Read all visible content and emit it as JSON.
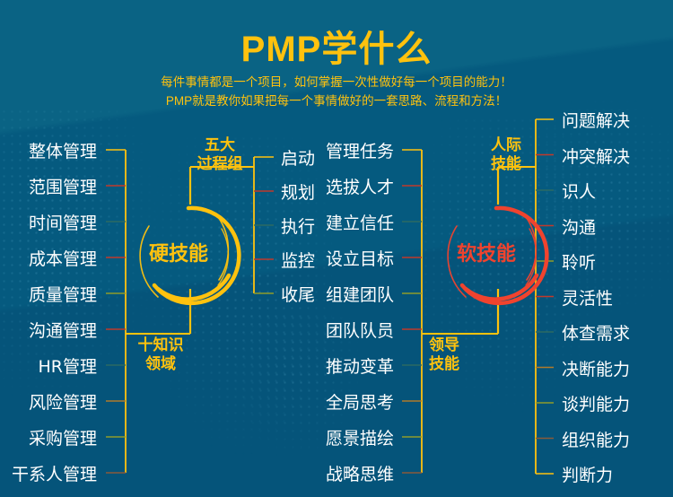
{
  "header": {
    "title": "PMP学什么",
    "subtitle_line1": "每件事情都是一个项目，如何掌握一次性做好每一个项目的能力！",
    "subtitle_line2": "PMP就是教你如果把每一个事情做好的一套思路、流程和方法！"
  },
  "colors": {
    "background_top": "#0a6384",
    "background_bottom": "#05547a",
    "gold": "#ffc20e",
    "red": "#f0432e",
    "white": "#ffffff",
    "wire_green": "#2c6a63",
    "wire_olive": "#8f9b2a"
  },
  "hubs": {
    "hard": {
      "label": "硬技能",
      "ring_color": "#ffc20e"
    },
    "soft": {
      "label": "软技能",
      "ring_color": "#f0432e"
    }
  },
  "groups": {
    "knowledge_areas": {
      "label_line1": "十知识",
      "label_line2": "领域",
      "items": [
        "整体管理",
        "范围管理",
        "时间管理",
        "成本管理",
        "质量管理",
        "沟通管理",
        "HR管理",
        "风险管理",
        "采购管理",
        "干系人管理"
      ]
    },
    "process_groups": {
      "label_line1": "五大",
      "label_line2": "过程组",
      "items": [
        "启动",
        "规划",
        "执行",
        "监控",
        "收尾"
      ]
    },
    "leadership_skills": {
      "label_line1": "领导",
      "label_line2": "技能",
      "items": [
        "管理任务",
        "选拔人才",
        "建立信任",
        "设立目标",
        "组建团队",
        "团队队员",
        "推动变革",
        "全局思考",
        "愿景描绘",
        "战略思维"
      ]
    },
    "interpersonal_skills": {
      "label_line1": "人际",
      "label_line2": "技能",
      "items": [
        "问题解决",
        "冲突解决",
        "识人",
        "沟通",
        "聆听",
        "灵活性",
        "体查需求",
        "决断能力",
        "谈判能力",
        "组织能力",
        "判断力"
      ]
    }
  }
}
